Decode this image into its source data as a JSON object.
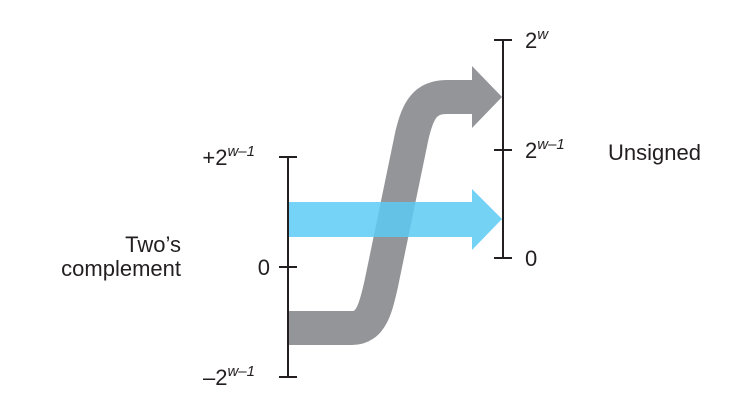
{
  "left_axis": {
    "title_line1": "Two’s",
    "title_line2": "complement",
    "top": {
      "base": "+2",
      "exp": "w–1"
    },
    "middle": "0",
    "bottom": {
      "base": "–2",
      "exp": "w–1"
    }
  },
  "right_axis": {
    "title": "Unsigned",
    "top": {
      "base": "2",
      "exp": "w"
    },
    "middle": {
      "base": "2",
      "exp": "w–1"
    },
    "bottom": "0"
  },
  "colors": {
    "gray_arrow": "#949599",
    "blue_arrow": "#5ccbf4",
    "axis": "#231f20"
  }
}
